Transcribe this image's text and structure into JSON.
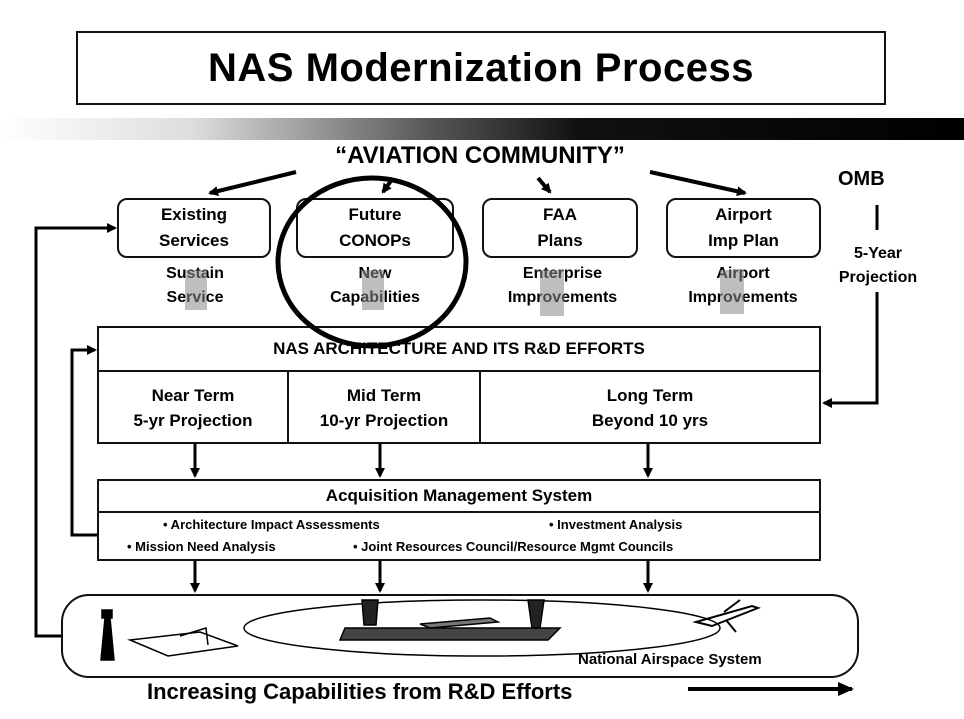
{
  "title": "NAS Modernization Process",
  "community": "“AVIATION COMMUNITY”",
  "boxes": [
    {
      "line1": "Existing",
      "line2": "Services",
      "sub1": "Sustain",
      "sub2": "Service"
    },
    {
      "line1": "Future",
      "line2": "CONOPs",
      "sub1": "New",
      "sub2": "Capabilities"
    },
    {
      "line1": "FAA",
      "line2": "Plans",
      "sub1": "Enterprise",
      "sub2": "Improvements"
    },
    {
      "line1": "Airport",
      "line2": "Imp Plan",
      "sub1": "Airport",
      "sub2": "Improvements"
    }
  ],
  "omb": {
    "label": "OMB",
    "proj1": "5-Year",
    "proj2": "Projection"
  },
  "architecture": {
    "heading": "NAS ARCHITECTURE AND ITS R&D EFFORTS",
    "terms": [
      {
        "l1": "Near Term",
        "l2": "5-yr Projection"
      },
      {
        "l1": "Mid Term",
        "l2": "10-yr Projection"
      },
      {
        "l1": "Long Term",
        "l2": "Beyond 10 yrs"
      }
    ]
  },
  "ams": {
    "heading": "Acquisition Management System",
    "items": [
      "• Architecture Impact Assessments",
      "• Investment Analysis",
      "• Mission Need Analysis",
      "• Joint Resources Council/Resource Mgmt Councils"
    ]
  },
  "nas_label": "National Airspace System",
  "bottom_text": "Increasing Capabilities from R&D Efforts"
}
